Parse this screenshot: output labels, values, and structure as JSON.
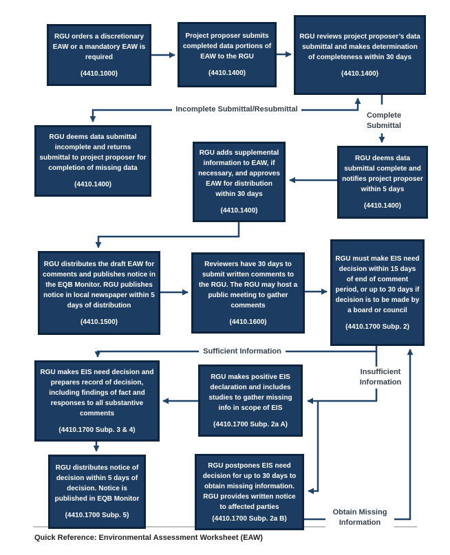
{
  "page": {
    "footer": "Quick Reference: Environmental Assessment Worksheet (EAW)"
  },
  "colors": {
    "box_fill": "#1d3c62",
    "box_border": "#0c2440",
    "box_text": "#ffffff",
    "connector": "#1f4369",
    "label_text": "#37404a",
    "footer_rule": "#bfbfbf"
  },
  "boxes": [
    {
      "id": "order-eaw",
      "text": "RGU orders a discretionary EAW or a mandatory EAW is required",
      "cite": "(4410.1000)"
    },
    {
      "id": "proposer-submits",
      "text": "Project proposer submits completed data portions of EAW to the RGU",
      "cite": "(4410.1400)"
    },
    {
      "id": "rgu-reviews",
      "text": "RGU reviews project proposer’s data submittal and makes determination of completeness within 30 days",
      "cite": "(4410.1400)"
    },
    {
      "id": "deems-incomplete",
      "text": "RGU deems data submittal incomplete and returns submittal to project proposer for completion of missing data",
      "cite": "(4410.1400)"
    },
    {
      "id": "adds-supplemental",
      "text": "RGU adds supplemental information to EAW, if necessary, and approves EAW for distribution within 30 days",
      "cite": "(4410.1400)"
    },
    {
      "id": "deems-complete",
      "text": "RGU deems data submittal complete and notifies project proposer within 5 days",
      "cite": "(4410.1400)"
    },
    {
      "id": "distributes-draft",
      "text": "RGU distributes the draft EAW for comments and publishes notice in the EQB Monitor. RGU publishes notice in local newspaper within 5 days of distribution",
      "cite": "(4410.1500)"
    },
    {
      "id": "reviewers-comment",
      "text": "Reviewers have 30 days to submit written comments to the RGU. The RGU may host a public meeting to gather comments",
      "cite": "(4410.1600)"
    },
    {
      "id": "eis-need-decision",
      "text": "RGU must make EIS need decision within 15 days of end of comment period, or up to 30 days if decision is to be made by a board or council",
      "cite": "(4410.1700 Subp. 2)"
    },
    {
      "id": "record-of-decision",
      "text": "RGU makes EIS need decision and prepares record of decision, including findings of fact and responses to all substantive comments",
      "cite": "(4410.1700 Subp. 3 & 4)"
    },
    {
      "id": "positive-eis",
      "text": "RGU makes positive EIS declaration and includes studies to gather missing info in scope of EIS",
      "cite": "(4410.1700 Subp. 2a A)"
    },
    {
      "id": "notice-of-decision",
      "text": "RGU distributes notice of decision within 5 days of decision. Notice is published in EQB Monitor",
      "cite": "(4410.1700 Subp. 5)"
    },
    {
      "id": "postpones-decision",
      "text": "RGU postpones EIS need decision for up to 30 days to obtain missing information. RGU provides written notice to affected parties",
      "cite": "(4410.1700 Subp. 2a B)"
    }
  ],
  "labels": {
    "incomplete": "Incomplete Submittal/Resubmittal",
    "complete": "Complete Submittal",
    "sufficient": "Sufficient Information",
    "insufficient": "Insufficient Information",
    "obtain_missing": "Obtain Missing Information"
  }
}
